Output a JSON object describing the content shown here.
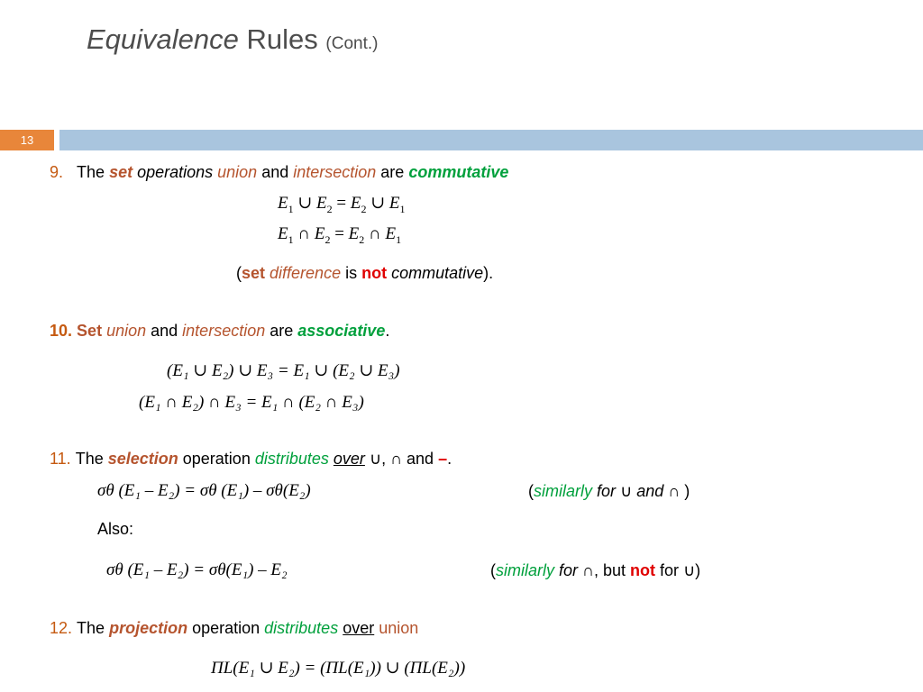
{
  "slide": {
    "title_main_italic": "Equivalence",
    "title_main_plain": " Rules ",
    "title_cont": "(Cont.)",
    "page_number": "13",
    "colors": {
      "accent_orange": "#e8863a",
      "bar_blue": "#a9c5de",
      "number": "#c55a11",
      "keyword_brown": "#b5542e",
      "green": "#00a03c",
      "red": "#e00000"
    }
  },
  "rule9": {
    "num": "9.",
    "t1": "The ",
    "t2": "set",
    "t3": " operations ",
    "t4": "union",
    "t5": " and ",
    "t6": "intersection",
    "t7": " are ",
    "t8": "commutative",
    "eq1": [
      "E",
      "1",
      " ∪ ",
      "E",
      "2",
      "  = ",
      "E",
      "2",
      " ∪ ",
      "E",
      "1"
    ],
    "eq2": [
      "E",
      "1",
      " ∩ ",
      "E",
      "2",
      "  = ",
      "E",
      "2",
      " ∩ ",
      "E",
      "1"
    ],
    "note": [
      "(",
      "set",
      " ",
      "difference",
      " is ",
      "not",
      " ",
      "commutative",
      ")."
    ]
  },
  "rule10": {
    "num": "10.",
    "t1": "Set",
    "t2": " ",
    "t3": "union",
    "t4": " and ",
    "t5": "intersection",
    "t6": " are ",
    "t7": "associative",
    "t8": ".",
    "eq1": "(E₁ ∪ E₂) ∪ E₃ = E₁ ∪ (E₂ ∪ E₃)",
    "eq2": "(E₁ ∩ E₂) ∩ E₃ = E₁ ∩ (E₂ ∩ E₃)"
  },
  "rule11": {
    "num": "11.",
    "t1": "The ",
    "t2": "selection",
    "t3": " operation ",
    "t4": "distributes",
    "t5": " ",
    "t6": "over",
    "t7": " ∪, ∩ and ",
    "t8": "–",
    "t9": ".",
    "eq1": "σθ (E₁ – E₂) = σθ (E₁) – σθ(E₂)",
    "eq1_note": [
      "(",
      "similarly",
      " ",
      "for",
      " ∪ ",
      "and",
      " ∩ )"
    ],
    "also": "Also:",
    "eq2": "σθ (E₁ – E₂) = σθ(E₁) – E₂",
    "eq2_note": [
      "(",
      "similarly",
      " ",
      "for",
      " ∩, but ",
      "not",
      " for ∪)"
    ]
  },
  "rule12": {
    "num": "12.",
    "t1": "The ",
    "t2": "projection",
    "t3": " operation ",
    "t4": "distributes",
    "t5": " ",
    "t6": "over",
    "t7": " union",
    "eq": "ΠL(E₁ ∪ E₂) = (ΠL(E₁)) ∪ (ΠL(E₂))"
  }
}
